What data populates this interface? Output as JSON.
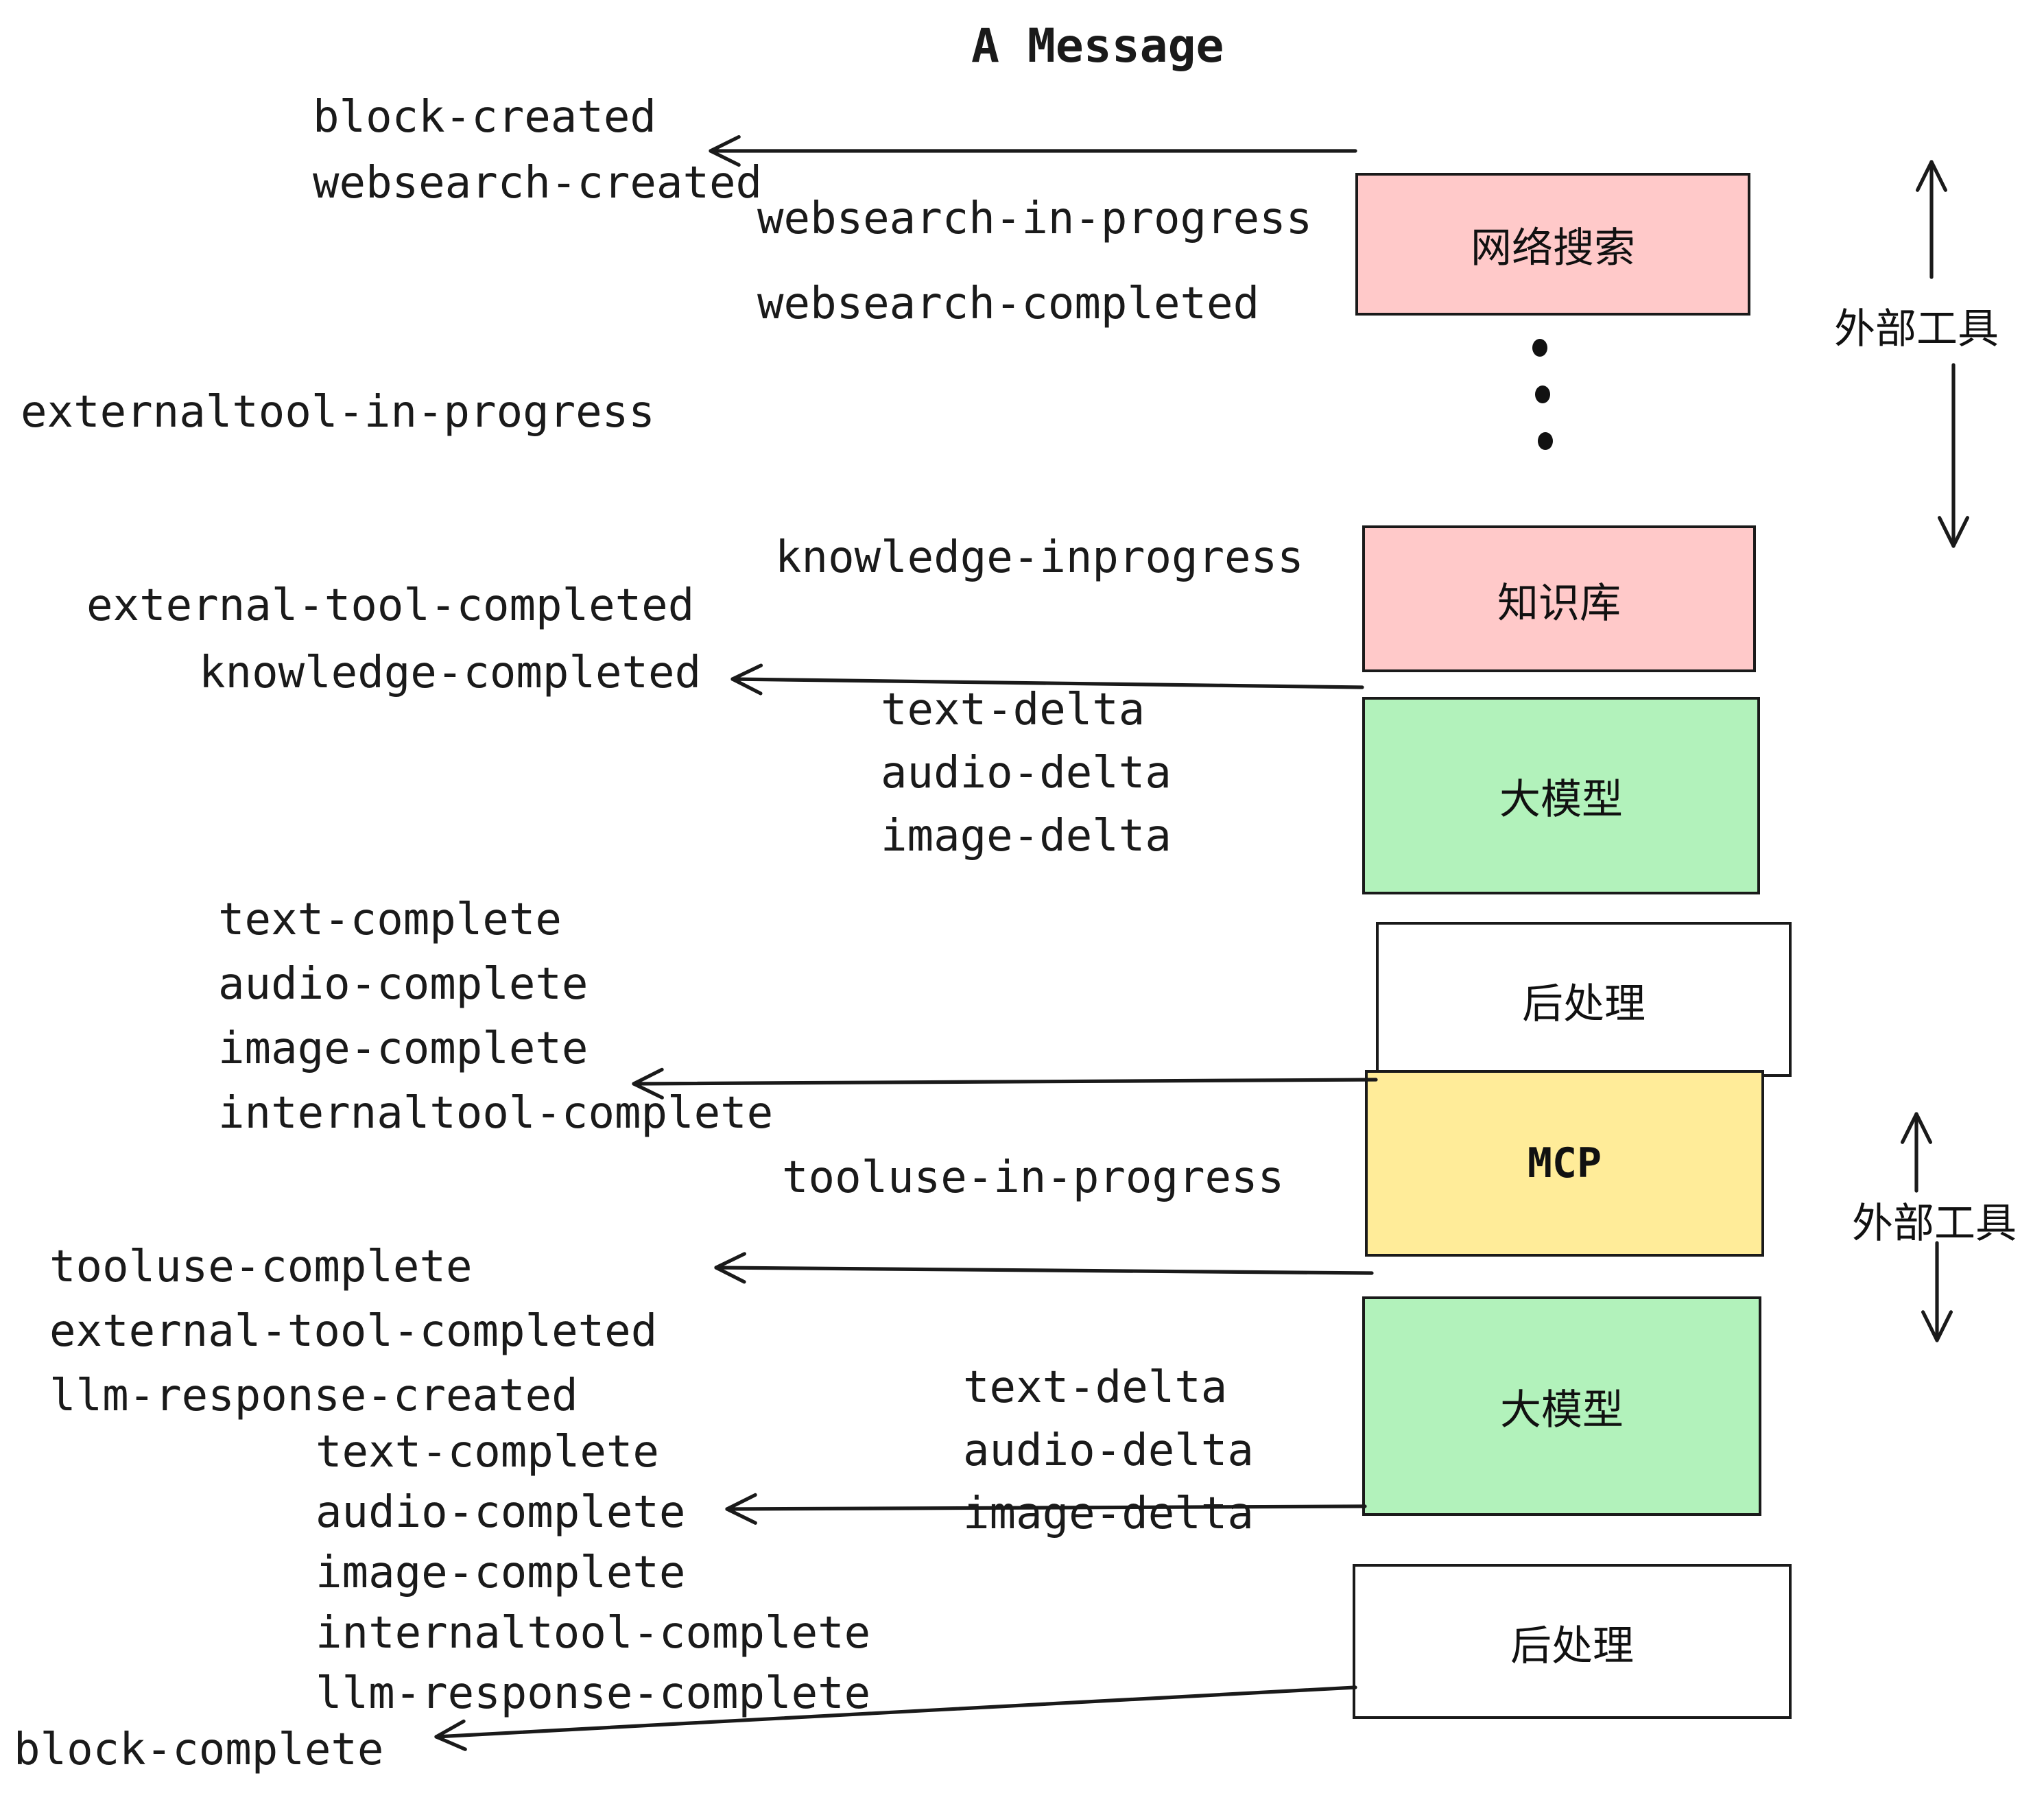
{
  "title": "A Message",
  "events": {
    "block_created": "block-created",
    "websearch_created": "websearch-created",
    "websearch_in_progress": "websearch-in-progress",
    "websearch_completed": "websearch-completed",
    "externaltool_in_progress": "externaltool-in-progress",
    "knowledge_inprogress": "knowledge-inprogress",
    "external_tool_completed": "external-tool-completed",
    "knowledge_completed": "knowledge-completed",
    "text_delta_1": "text-delta",
    "audio_delta_1": "audio-delta",
    "image_delta_1": "image-delta",
    "text_complete_1": "text-complete",
    "audio_complete_1": "audio-complete",
    "image_complete_1": "image-complete",
    "internaltool_complete_1": "internaltool-complete",
    "tooluse_in_progress": "tooluse-in-progress",
    "tooluse_complete": "tooluse-complete",
    "external_tool_completed_2": "external-tool-completed",
    "llm_response_created": "llm-response-created",
    "text_complete_2": "text-complete",
    "audio_complete_2": "audio-complete",
    "image_complete_2": "image-complete",
    "internaltool_complete_2": "internaltool-complete",
    "llm_response_complete": "llm-response-complete",
    "block_complete": "block-complete"
  },
  "boxes": [
    {
      "id": "websearch",
      "label": "网络搜索",
      "color": "#FFC9C9"
    },
    {
      "id": "knowledge",
      "label": "知识库",
      "color": "#FFC9C9"
    },
    {
      "id": "llm_1",
      "label": "大模型",
      "color": "#B2F2BB"
    },
    {
      "id": "post_1",
      "label": "后处理",
      "color": "#FFFFFF"
    },
    {
      "id": "mcp",
      "label": "MCP",
      "color": "#FFEC99"
    },
    {
      "id": "llm_2",
      "label": "大模型",
      "color": "#B2F2BB"
    },
    {
      "id": "post_2",
      "label": "后处理",
      "color": "#FFFFFF"
    }
  ],
  "annotations": {
    "external_tools_top": "外部工具",
    "external_tools_mid": "外部工具"
  },
  "icons": {
    "vertical_ellipsis": "vertical-ellipsis-dots"
  },
  "colors": {
    "pink": "#FFC9C9",
    "green": "#B2F2BB",
    "yellow": "#FFEC99",
    "white": "#FFFFFF",
    "line": "#1A1A1A",
    "background": "#FFFFFF"
  }
}
